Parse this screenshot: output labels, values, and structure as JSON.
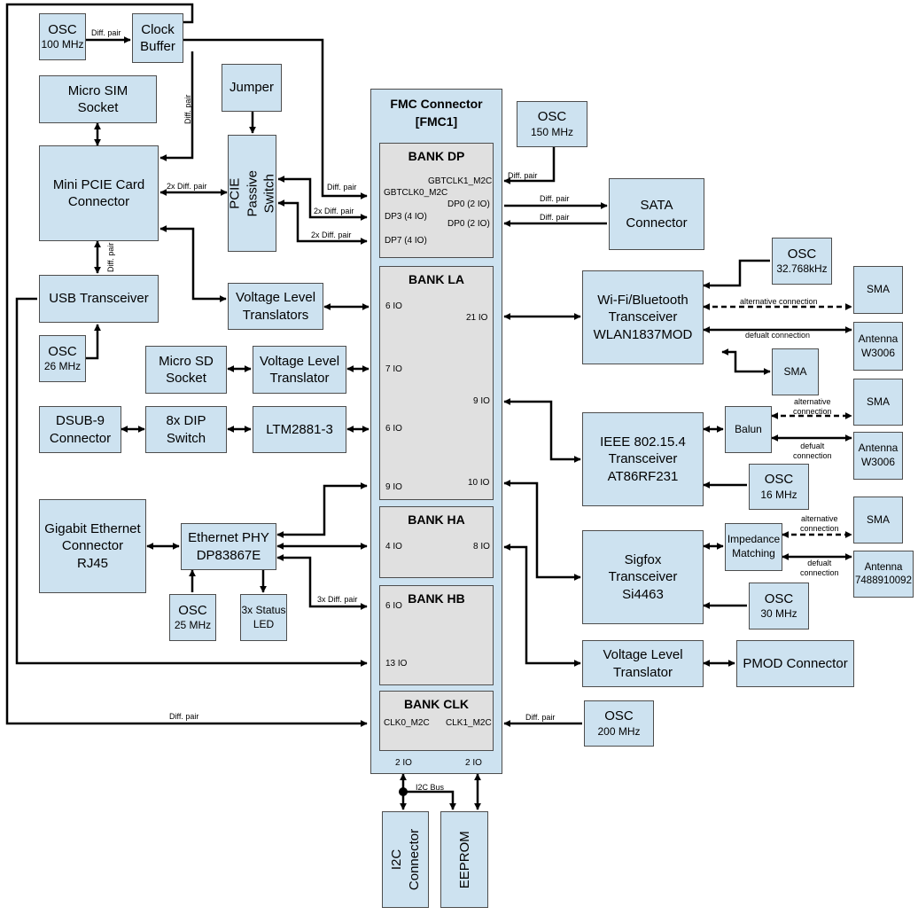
{
  "blocks": {
    "osc_100": {
      "title": "OSC",
      "sub": "100 MHz"
    },
    "clock_buffer": "Clock\nBuffer",
    "micro_sim": "Micro SIM\nSocket",
    "jumper": "Jumper",
    "mini_pcie": "Mini PCIE Card\nConnector",
    "pcie_switch": "PCIE Passive\nSwitch",
    "usb_transceiver": "USB Transceiver",
    "osc_26": {
      "title": "OSC",
      "sub": "26 MHz"
    },
    "vlt_1": "Voltage Level\nTranslators",
    "micro_sd": "Micro SD\nSocket",
    "vlt_2": "Voltage Level\nTranslator",
    "dsub9": "DSUB-9\nConnector",
    "dip_switch": "8x DIP Switch",
    "ltm2881": "LTM2881-3",
    "gbe_connector": "Gigabit Ethernet\nConnector\nRJ45",
    "eth_phy": "Ethernet PHY\nDP83867E",
    "osc_25": {
      "title": "OSC",
      "sub": "25 MHz"
    },
    "status_led": "3x Status\nLED",
    "osc_150": {
      "title": "OSC",
      "sub": "150 MHz"
    },
    "sata": "SATA\nConnector",
    "osc_32k": {
      "title": "OSC",
      "sub": "32.768kHz"
    },
    "wifi_bt": "Wi-Fi/Bluetooth\nTransceiver\nWLAN1837MOD",
    "sma_1": "SMA",
    "antenna_1": "Antenna\nW3006",
    "sma_2": "SMA",
    "ieee": "IEEE 802.15.4\nTransceiver\nAT86RF231",
    "balun": "Balun",
    "sma_3": "SMA",
    "antenna_2": "Antenna\nW3006",
    "osc_16": {
      "title": "OSC",
      "sub": "16 MHz"
    },
    "sigfox": "Sigfox\nTransceiver\nSi4463",
    "impedance": "Impedance\nMatching",
    "sma_4": "SMA",
    "antenna_3": "Antenna\n7488910092",
    "osc_30": {
      "title": "OSC",
      "sub": "30 MHz"
    },
    "vlt_3": "Voltage Level\nTranslator",
    "pmod": "PMOD Connector",
    "osc_200": {
      "title": "OSC",
      "sub": "200 MHz"
    },
    "i2c_connector": "I2C Connector",
    "eeprom": "EEPROM"
  },
  "fmc": {
    "title": "FMC Connector",
    "subtitle": "[FMC1]",
    "banks": {
      "dp": {
        "title": "BANK DP",
        "gbtclk1": "GBTCLK1_M2C",
        "gbtclk0": "GBTCLK0_M2C",
        "dp3": "DP3 (4 IO)",
        "dp7": "DP7  (4 IO)",
        "dp0a": "DP0 (2 IO)",
        "dp0b": "DP0 (2 IO)"
      },
      "la": {
        "title": "BANK LA",
        "io_6a": "6 IO",
        "io_21": "21 IO",
        "io_7": "7 IO",
        "io_9a": "9 IO",
        "io_6b": "6 IO",
        "io_9b": "9 IO",
        "io_10": "10 IO"
      },
      "ha": {
        "title": "BANK HA",
        "io_4": "4 IO",
        "io_8": "8 IO"
      },
      "hb": {
        "title": "BANK HB",
        "io_6": "6 IO",
        "io_13": "13 IO"
      },
      "clk": {
        "title": "BANK CLK",
        "clk0": "CLK0_M2C",
        "clk1": "CLK1_M2C"
      }
    },
    "io_bottom_left": "2 IO",
    "io_bottom_right": "2 IO"
  },
  "labels": {
    "diff_pair_osc": "Diff. pair",
    "diff_pair_buf_v": "Diff. pair",
    "diff_pair_buf_fmc": "Diff. pair",
    "diff2x_pcie_switch": "2x Diff. pair",
    "diff2x_sw_a": "2x Diff. pair",
    "diff2x_sw_b": "2x Diff. pair",
    "diff_pair_pcie_usb": "Diff. pair",
    "diff_pair_osc150": "Diff. pair",
    "diff_pair_sata1": "Diff. pair",
    "diff_pair_sata2": "Diff. pair",
    "alt_conn_1": "alternative connection",
    "def_conn_1": "defualt connection",
    "alt_conn_2": "alternative\nconnection",
    "def_conn_2": "defualt\nconnection",
    "alt_conn_3": "alternative\nconnection",
    "def_conn_3": "defualt\nconnection",
    "diff3x_phy": "3x Diff. pair",
    "diff_pair_usb_clk": "Diff. pair",
    "diff_pair_osc200": "Diff. pair",
    "i2c_bus": "I2C Bus"
  }
}
